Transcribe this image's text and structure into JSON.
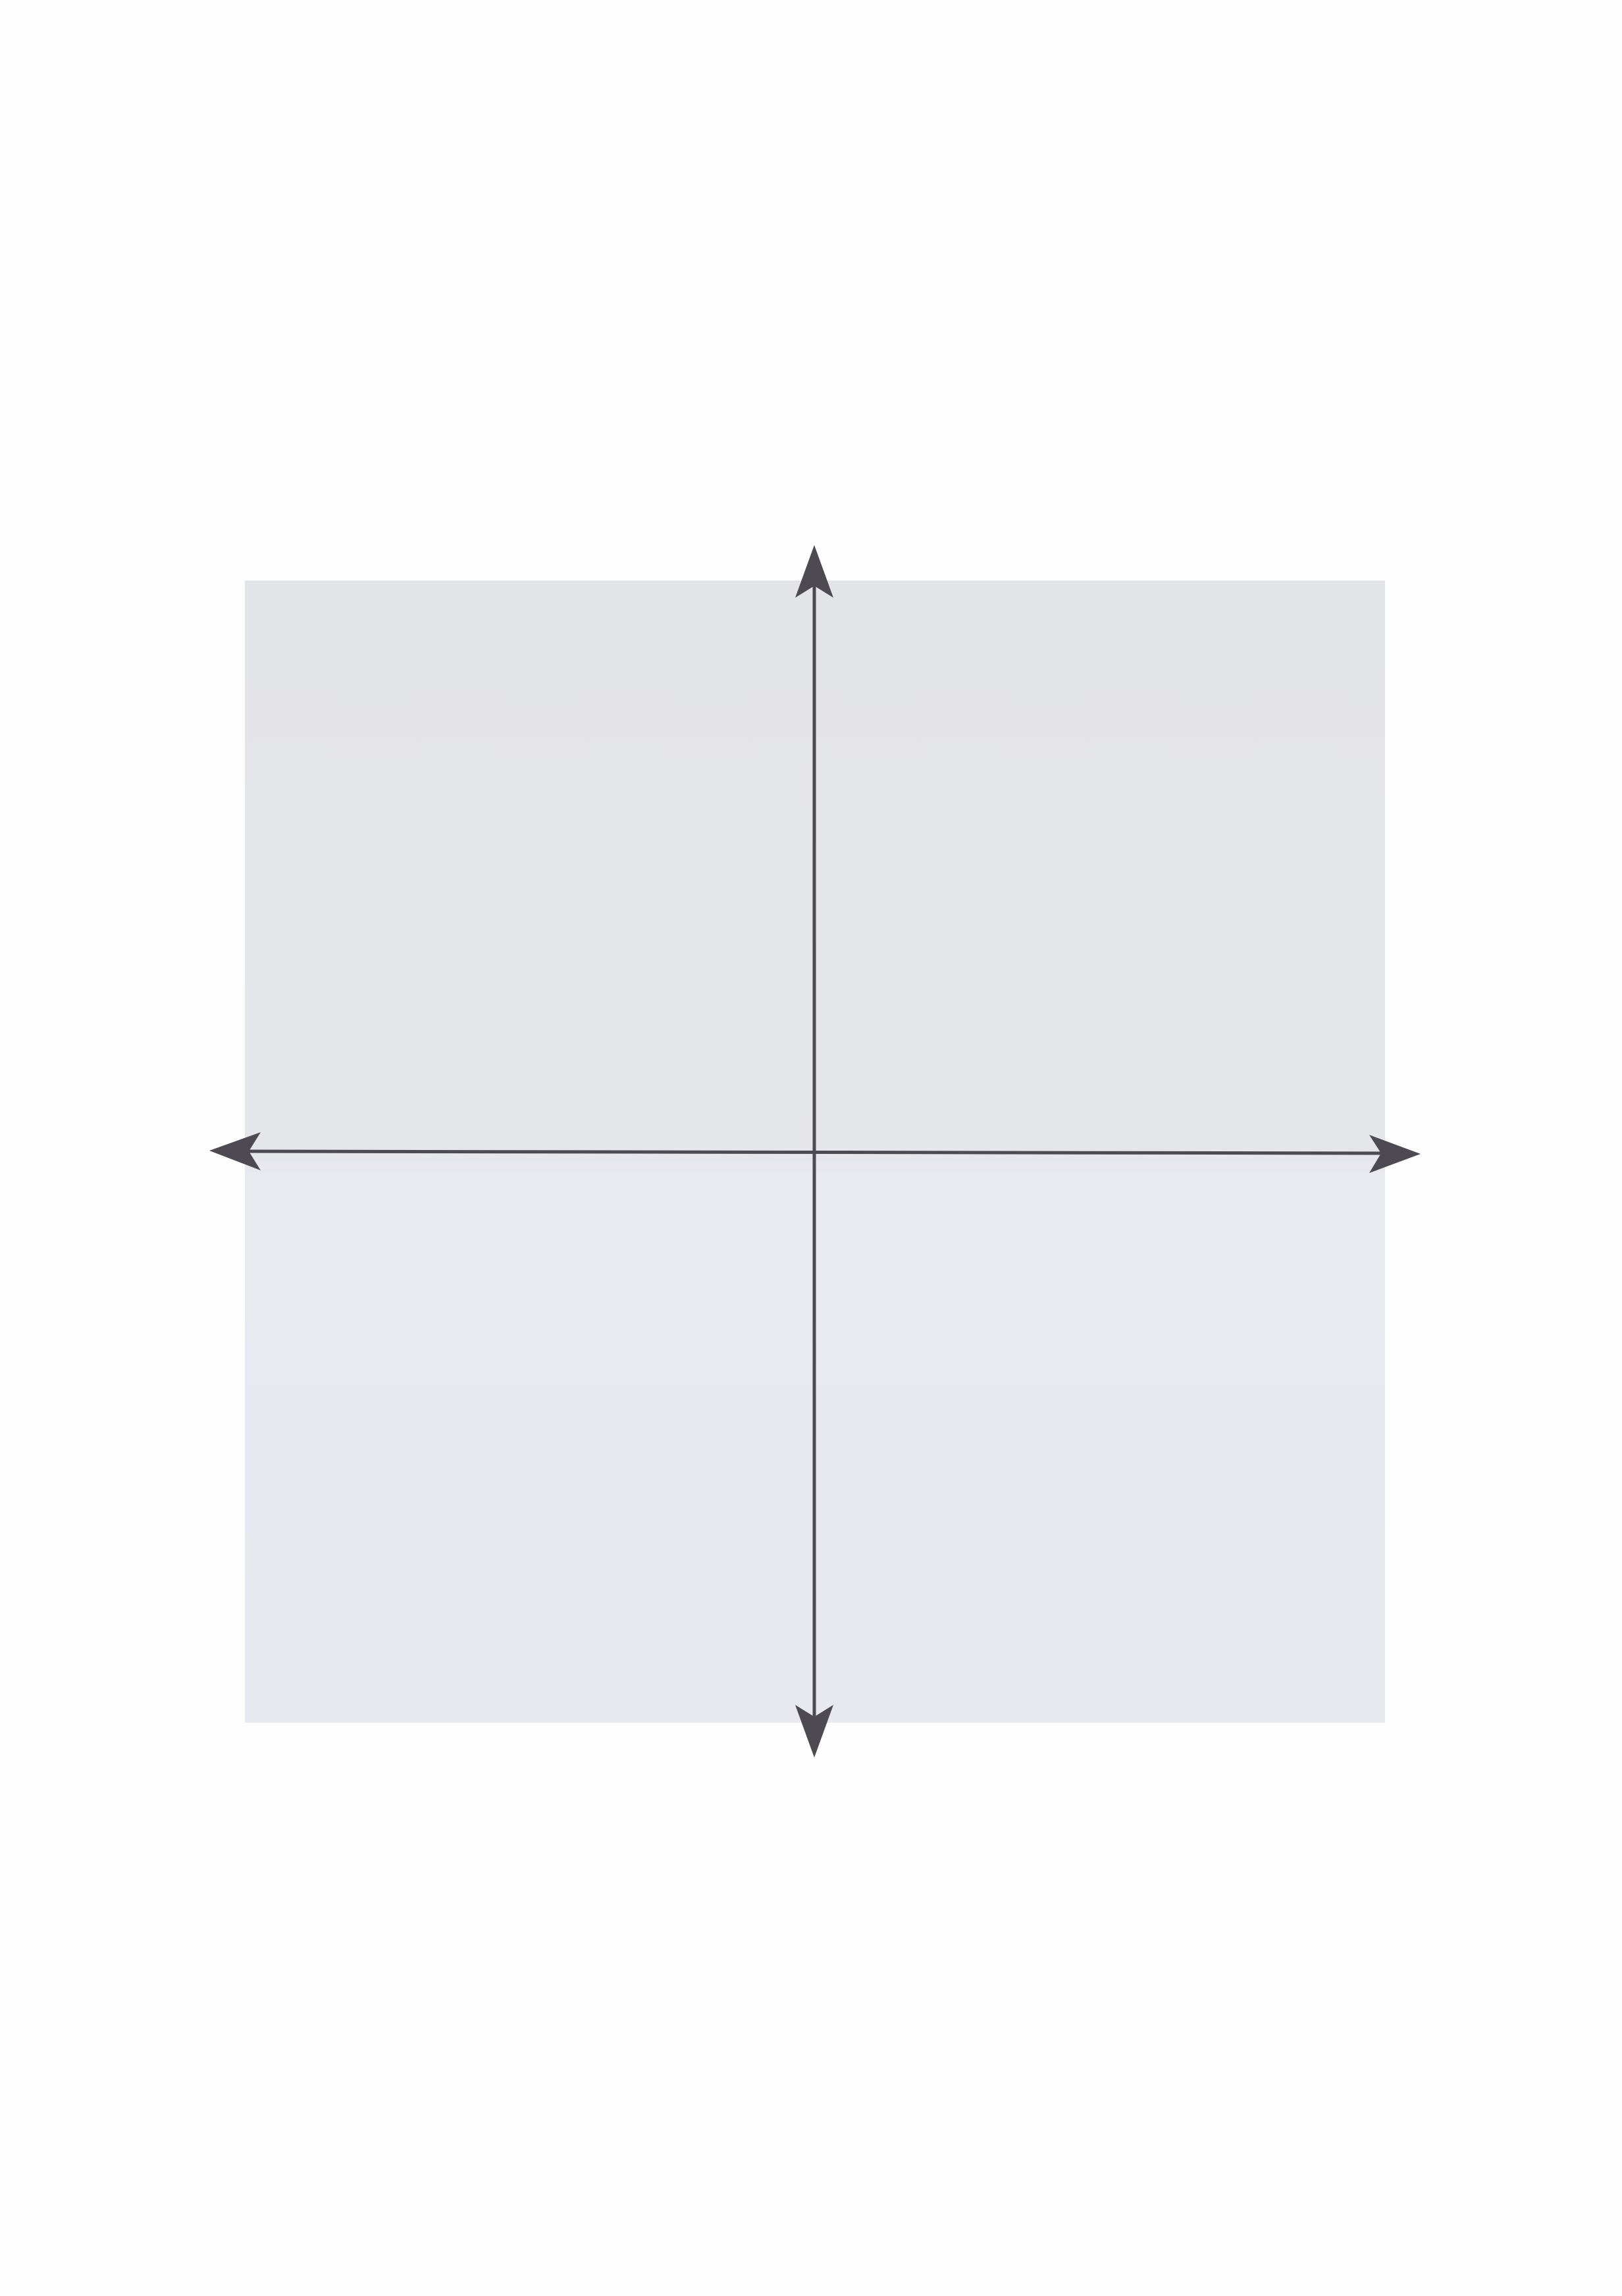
{
  "colors": {
    "page_background": "#fdfdfd",
    "quadrant_upper": "#e4e5e9",
    "quadrant_lower": "#e8e8ef",
    "axis": "#4e4a52"
  },
  "diagram": {
    "type": "coordinate-plane",
    "quadrants": 4,
    "axes": {
      "horizontal": {
        "arrowheads": "both"
      },
      "vertical": {
        "arrowheads": "both"
      }
    },
    "labels_shown": false
  }
}
